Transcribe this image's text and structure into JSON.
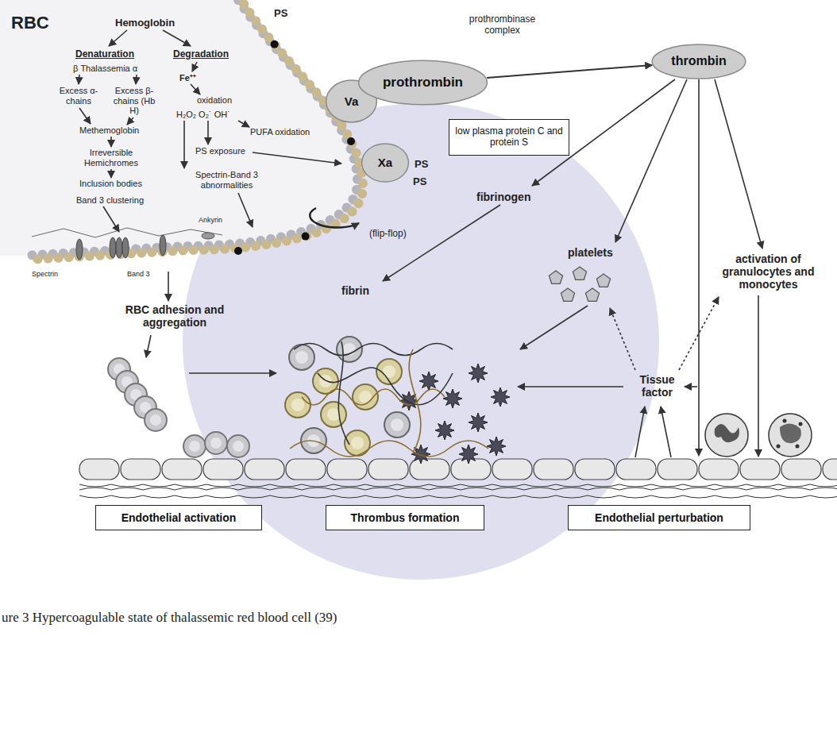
{
  "diagram": {
    "caption": "ure 3 Hypercoagulable state of thalassemic red blood cell (39)",
    "nodes": [
      {
        "text": [
          "Va"
        ]
      },
      {
        "text": [
          "prothrombin"
        ]
      },
      {
        "text": [
          "Xa"
        ]
      },
      {
        "text": [
          "thrombin"
        ]
      },
      {
        "text": [
          "low plasma protein C and protein S"
        ]
      },
      {
        "text": [
          "Endothelial activation"
        ]
      },
      {
        "text": [
          "Thrombus formation"
        ]
      },
      {
        "text": [
          "Endothelial perturbation"
        ]
      }
    ],
    "edges": [
      {
        "from": 1,
        "to": 3,
        "arrow": "to"
      }
    ],
    "labels": [
      "RBC",
      "Hemoglobin",
      "Denaturation",
      "Degradation",
      "β Thalassemia α",
      "Excess α-chains",
      "Excess β-chains (Hb H)",
      "Methemoglobin",
      "Irreversible Hemichromes",
      "Inclusion bodies",
      "Band 3 clustering",
      "Fe⁺⁺",
      "oxidation",
      "H₂O₂ O₂˙ OH˙",
      "PUFA oxidation",
      "PS exposure",
      "Spectrin-Band 3 abnormalities",
      "Ankyrin",
      "Spectrin",
      "Band 3",
      "PS",
      "PS",
      "PS",
      "prothrombinase complex",
      "(flip-flop)",
      "fibrinogen",
      "fibrin",
      "platelets",
      "activation of granulocytes and monocytes",
      "RBC adhesion and aggregation",
      "Tissue factor"
    ]
  }
}
